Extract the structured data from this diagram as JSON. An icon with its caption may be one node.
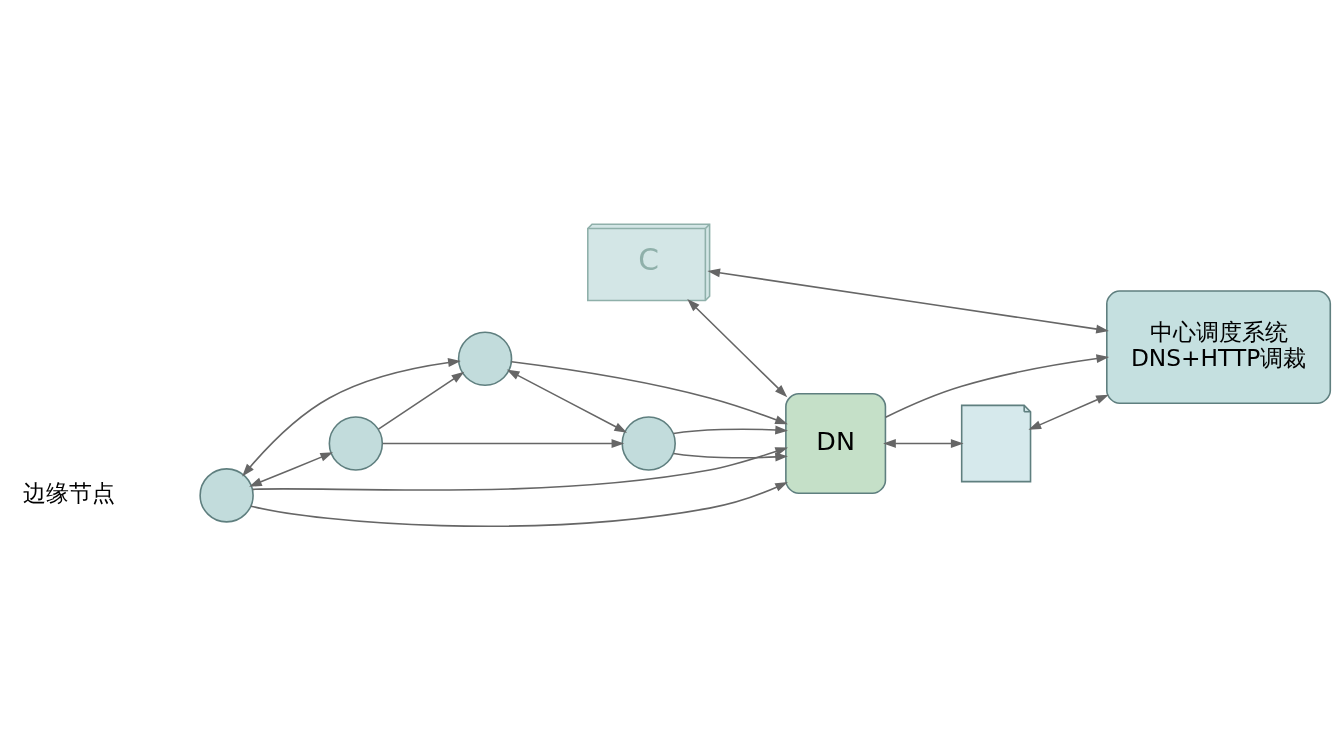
{
  "diagram": {
    "nodes": [
      {
        "text": [],
        "shape": "circle"
      },
      {
        "text": [],
        "shape": "circle"
      },
      {
        "text": [],
        "shape": "circle"
      },
      {
        "text": [],
        "shape": "circle"
      },
      {
        "text": [
          "C"
        ]
      },
      {
        "text": [
          "DN"
        ]
      },
      {
        "text": [
          "中心调度系统",
          "DNS+HTTP调裁"
        ]
      },
      {
        "text": [],
        "shape": "document"
      }
    ],
    "edges": [
      {
        "from": 0,
        "to": 1,
        "arrow": "both"
      },
      {
        "from": 0,
        "to": 2,
        "arrow": "both"
      },
      {
        "from": 1,
        "to": 2,
        "arrow": "to"
      },
      {
        "from": 1,
        "to": 3,
        "arrow": "to"
      },
      {
        "from": 2,
        "to": 3,
        "arrow": "both"
      },
      {
        "from": 0,
        "to": 5,
        "arrow": "to"
      },
      {
        "from": 0,
        "to": 5,
        "arrow": "to"
      },
      {
        "from": 2,
        "to": 5,
        "arrow": "to"
      },
      {
        "from": 3,
        "to": 5,
        "arrow": "to"
      },
      {
        "from": 3,
        "to": 5,
        "arrow": "to"
      },
      {
        "from": 4,
        "to": 5,
        "arrow": "both"
      },
      {
        "from": 5,
        "to": 6,
        "arrow": "to"
      },
      {
        "from": 4,
        "to": 6,
        "arrow": "both"
      },
      {
        "from": 5,
        "to": 7,
        "arrow": "both"
      },
      {
        "from": 7,
        "to": 6,
        "arrow": "both"
      }
    ],
    "labels": [
      "边缘节点"
    ]
  }
}
